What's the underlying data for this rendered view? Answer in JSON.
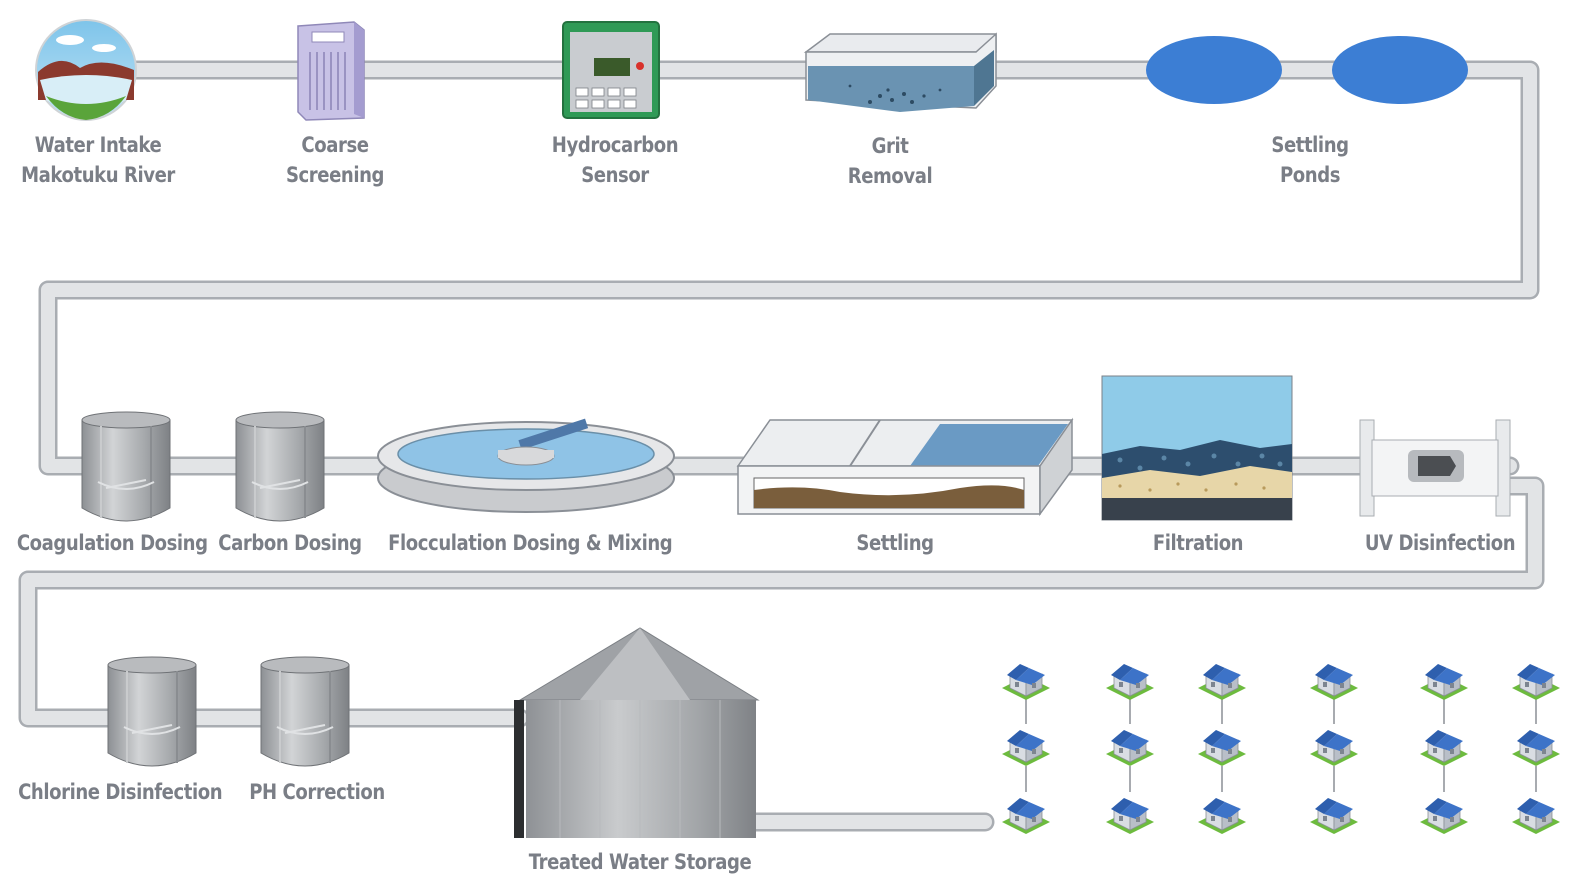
{
  "stages_row1": [
    {
      "id": "intake",
      "line1": "Water Intake",
      "line2": "Makotuku River"
    },
    {
      "id": "screen",
      "line1": "Coarse",
      "line2": "Screening"
    },
    {
      "id": "sensor",
      "line1": "Hydrocarbon",
      "line2": "Sensor"
    },
    {
      "id": "grit",
      "line1": "Grit",
      "line2": "Removal"
    },
    {
      "id": "ponds",
      "line1": "Settling",
      "line2": "Ponds"
    }
  ],
  "stages_row2": [
    {
      "id": "coag",
      "label": "Coagulation Dosing"
    },
    {
      "id": "carbon",
      "label": "Carbon Dosing"
    },
    {
      "id": "floc",
      "label": "Flocculation Dosing & Mixing"
    },
    {
      "id": "settling",
      "label": "Settling"
    },
    {
      "id": "filtration",
      "label": "Filtration"
    },
    {
      "id": "uv",
      "label": "UV Disinfection"
    }
  ],
  "stages_row3": [
    {
      "id": "chlorine",
      "label": "Chlorine Disinfection"
    },
    {
      "id": "ph",
      "label": "PH Correction"
    },
    {
      "id": "storage",
      "label": "Treated Water Storage"
    }
  ],
  "colors": {
    "pipe": "#d7d9dc",
    "pipe_edge": "#a9adb2",
    "label": "#7a7e86",
    "pond": "#3c7ed4",
    "water": "#8fc3e6",
    "house_roof": "#2e5fae",
    "grass": "#6dbb3e",
    "tank": "#a8aaad"
  },
  "icons": [
    "lake-icon",
    "screen-icon",
    "sensor-icon",
    "grit-tank-icon",
    "pond-icon",
    "dosing-tank-icon",
    "clarifier-icon",
    "settling-basin-icon",
    "filter-icon",
    "uv-unit-icon",
    "silo-icon",
    "house-icon"
  ]
}
